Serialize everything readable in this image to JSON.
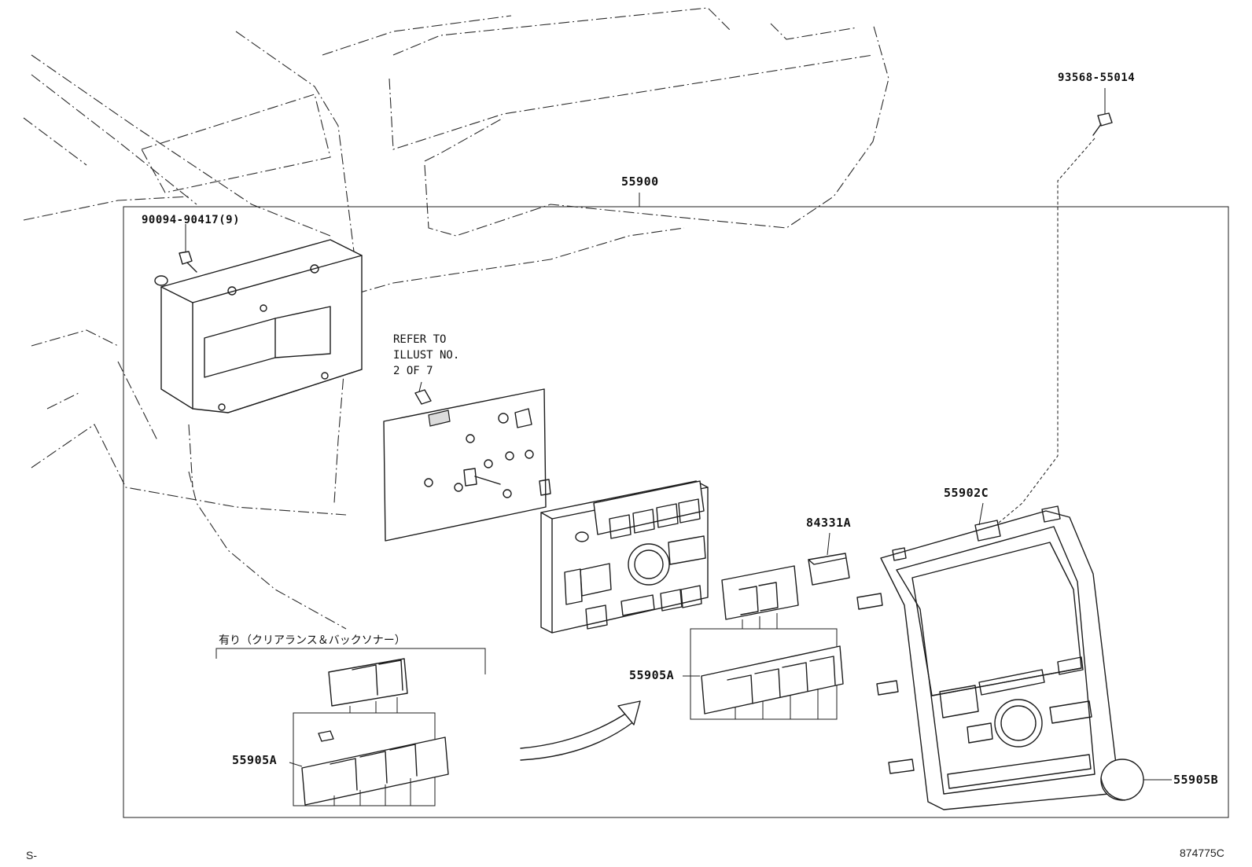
{
  "callouts": {
    "assembly": "55900",
    "screw_top_right": "93568-55014",
    "screw_left": "90094-90417(9)",
    "panel_cover": "55902C",
    "button_small": "84331A",
    "switch_mid": "55905A",
    "switch_bottom": "55905A",
    "knob": "55905B"
  },
  "refer_note": [
    "REFER TO",
    "ILLUST NO.",
    "2 OF 7"
  ],
  "option_note": "有り（クリアランス＆バックソナー）",
  "footer": {
    "left": "S-",
    "right": "874775C"
  }
}
